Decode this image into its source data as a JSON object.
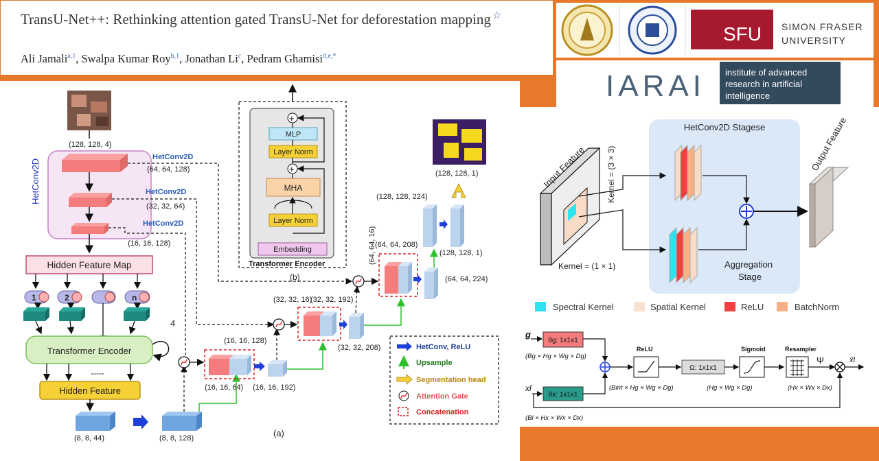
{
  "paper": {
    "title": "TransU-Net++: Rethinking attention gated TransU-Net for deforestation mapping",
    "authors": [
      {
        "name": "Ali Jamali",
        "sup": "a,1"
      },
      {
        "name": "Swalpa Kumar Roy",
        "sup": "b,1"
      },
      {
        "name": "Jonathan Li",
        "sup": "c"
      },
      {
        "name": "Pedram Ghamisi",
        "sup": "d,e,*"
      }
    ]
  },
  "logos": {
    "sfu_mark": "SFU",
    "sfu_name_line1": "SIMON FRASER",
    "sfu_name_line2": "UNIVERSITY",
    "iarai_mark": "IARAI",
    "iarai_line1": "institute of advanced",
    "iarai_line2": "research in artificial",
    "iarai_line3": "intelligence"
  },
  "diagram_a": {
    "caption": "(a)",
    "input_dim": "(128, 128, 4)",
    "hetconv_group_label": "HetConv2D",
    "hetconv_labels": [
      "HetConv2D",
      "HetConv2D",
      "HetConv2D"
    ],
    "enc_dims": [
      "(64, 64, 128)",
      "(32, 32, 64)",
      "(16, 16, 128)"
    ],
    "hidden_feature_map": "Hidden Feature Map",
    "patches": [
      "1",
      "2",
      "",
      "n"
    ],
    "transformer_encoder": "Transformer Encoder",
    "repeat_count": "4",
    "dashes": "-----",
    "hidden_feature": "Hidden Feature",
    "bottleneck_dims": [
      "(8, 8, 44)",
      "(8, 8, 128)"
    ],
    "dec_dims": {
      "d1_concat": "(16, 16, 64)",
      "d1_out": "(16, 16, 192)",
      "d1_up": "(16, 16, 128)",
      "d2_a": "(32, 32, 16)",
      "d2_b": "(32, 32, 192)",
      "d2_out": "(32, 32, 208)",
      "d3_a": "(64, 64, 16)",
      "d3_b": "(64, 64, 208)",
      "d3_out": "(64, 64, 224)",
      "d4_a": "(128, 128, 224)",
      "d4_out": "(128, 128, 1)",
      "output": "(128, 128, 1)"
    },
    "legend": [
      {
        "label": "HetConv, ReLU",
        "color": "#1f3f99"
      },
      {
        "label": "Upsample",
        "color": "#1f7a1f"
      },
      {
        "label": "Segmentation head",
        "color": "#b8860b"
      },
      {
        "label": "Attention Gate",
        "color": "#e05555"
      },
      {
        "label": "Concatenation",
        "color": "#d92020"
      }
    ]
  },
  "diagram_b": {
    "caption": "(b)",
    "title": "Transformer Encoder",
    "blocks": [
      "MLP",
      "Layer Norm",
      "MHA",
      "Layer Norm",
      "Embedding"
    ]
  },
  "hetconv_fig": {
    "stage_title": "HetConv2D Stagese",
    "input_feature": "Input Feature",
    "output_feature": "Output Feature",
    "kernel3": "Kernel = (3 × 3)",
    "kernel1": "Kernel = (1 × 1)",
    "aggregation_l1": "Aggregation",
    "aggregation_l2": "Stage",
    "legend": [
      {
        "label": "Spectral Kernel",
        "color": "#2de3f0"
      },
      {
        "label": "Spatial Kernel",
        "color": "#f9e1d0"
      },
      {
        "label": "ReLU",
        "color": "#f04040"
      },
      {
        "label": "BatchNorm",
        "color": "#f7b184"
      }
    ]
  },
  "attention_gate_fig": {
    "g": "g",
    "theta_g": "θg: 1x1x1",
    "theta_x": "θx: 1x1x1",
    "x_in": "xl",
    "g_dim": "(Bg × Hg × Wg × Dg)",
    "x_dim": "(Bl × Hx × Wx × Dx)",
    "relu": "ReLU",
    "int_dim": "(Bint × Hg × Wg × Dg)",
    "omega": "Ω: 1x1x1",
    "omega_dim": "(Hg × Wg × Dg)",
    "sigmoid": "Sigmoid",
    "resampler": "Resampler",
    "res_dim": "(Hx × Wx × Dx)",
    "psi": "Ψ",
    "out": "x̂l"
  },
  "colors": {
    "accent_orange": "#e8792a",
    "pink_block": "#f47c7c",
    "blue_block": "#bcd3ee",
    "sfu_red": "#a6192e",
    "iarai_box": "#33495c"
  }
}
